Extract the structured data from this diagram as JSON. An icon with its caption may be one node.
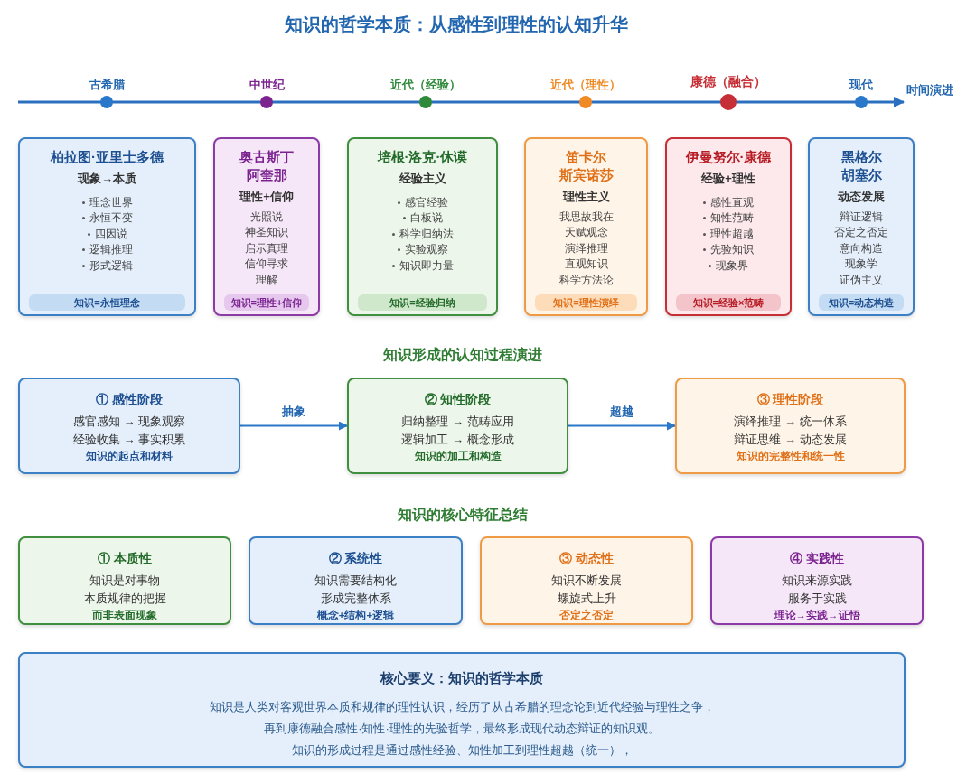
{
  "diagram": {
    "title": "知识的哲学本质：从感性到理性的认知升华",
    "nodes": [
      {
        "text": [
          "柏拉图·亚里士多德",
          "现象→本质",
          "理念世界",
          "永恒不变",
          "四因说",
          "逻辑推理",
          "形式逻辑",
          "知识=永恒理念"
        ]
      },
      {
        "text": [
          "奥古斯丁",
          "阿奎那",
          "理性+信仰",
          "光照说",
          "神圣知识",
          "启示真理",
          "信仰寻求",
          "理解",
          "知识=理性+信仰"
        ]
      },
      {
        "text": [
          "培根·洛克·休谟",
          "经验主义",
          "感官经验",
          "白板说",
          "科学归纳法",
          "实验观察",
          "知识即力量",
          "知识=经验归纳"
        ]
      },
      {
        "text": [
          "笛卡尔",
          "斯宾诺莎",
          "理性主义",
          "我思故我在",
          "天赋观念",
          "演绎推理",
          "直观知识",
          "科学方法论",
          "知识=理性演绎"
        ]
      },
      {
        "text": [
          "伊曼努尔·康德",
          "经验+理性",
          "感性直观",
          "知性范畴",
          "理性超越",
          "先验知识",
          "现象界",
          "知识=经验×范畴"
        ]
      },
      {
        "text": [
          "黑格尔",
          "胡塞尔",
          "动态发展",
          "辩证逻辑",
          "否定之否定",
          "意向构造",
          "现象学",
          "证伪主义",
          "知识=动态构造"
        ]
      },
      {
        "text": [
          "① 感性阶段",
          "感官感知 → 现象观察",
          "经验收集 → 事实积累",
          "知识的起点和材料"
        ]
      },
      {
        "text": [
          "② 知性阶段",
          "归纳整理 → 范畴应用",
          "逻辑加工 → 概念形成",
          "知识的加工和构造"
        ]
      },
      {
        "text": [
          "③ 理性阶段",
          "演绎推理 → 统一体系",
          "辩证思维 → 动态发展",
          "知识的完整性和统一性"
        ]
      },
      {
        "text": [
          "① 本质性",
          "知识是对事物",
          "本质规律的把握",
          "而非表面现象"
        ]
      },
      {
        "text": [
          "② 系统性",
          "知识需要结构化",
          "形成完整体系",
          "概念+结构+逻辑"
        ]
      },
      {
        "text": [
          "③ 动态性",
          "知识不断发展",
          "螺旋式上升",
          "否定之否定"
        ]
      },
      {
        "text": [
          "④ 实践性",
          "知识来源实践",
          "服务于实践",
          "理论→实践→证悟"
        ]
      },
      {
        "text": [
          "核心要义：知识的哲学本质",
          "知识是人类对客观世界本质和规律的理性认识，经历了从古希腊的理念论到近代经验与理性之争，",
          "再到康德融合感性·知性·理性的先验哲学，最终形成现代动态辩证的知识观。",
          "知识的形成过程是通过感性经验、知性加工到理性超越（统一），"
        ]
      }
    ],
    "edges": [
      {
        "from": 6,
        "to": 7,
        "arrow": "to",
        "label": "抽象"
      },
      {
        "from": 7,
        "to": 8,
        "arrow": "to",
        "label": "超越"
      }
    ],
    "labels": [
      "古希腊",
      "中世纪",
      "近代（经验）",
      "近代（理性）",
      "康德（融合）",
      "现代",
      "时间演进",
      "知识形成的认知过程演进",
      "知识的核心特征总结"
    ]
  }
}
